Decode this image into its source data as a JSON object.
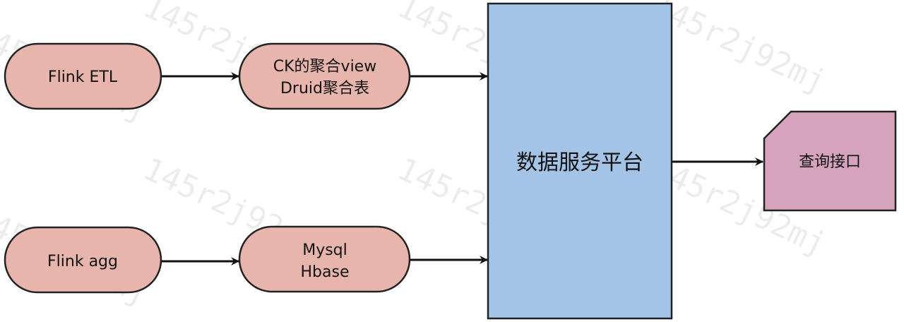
{
  "nodes": {
    "flink_etl": "Flink ETL",
    "ck_druid": [
      "CK的聚合view",
      "Druid聚合表"
    ],
    "flink_agg": "Flink agg",
    "mysql_hbase": [
      "Mysql",
      "Hbase"
    ],
    "platform": "数据服务平台",
    "query_interface": "查询接口"
  },
  "watermark": "145r2j92mj",
  "colors": {
    "pill_fill": "#e8b5ad",
    "platform_fill": "#a3c4e6",
    "interface_fill": "#d6a3bd",
    "stroke": "#222222"
  }
}
